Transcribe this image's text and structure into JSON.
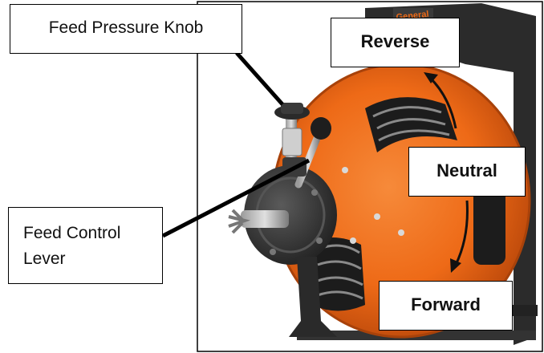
{
  "labels": {
    "feed_pressure_knob": "Feed Pressure Knob",
    "feed_control_lever_line1": "Feed Control",
    "feed_control_lever_line2": "Lever",
    "reverse": "Reverse",
    "neutral": "Neutral",
    "forward": "Forward"
  },
  "brand_text": "General",
  "colors": {
    "drum_orange": "#ee6a17",
    "drum_orange_dark": "#c04e0a",
    "housing_black": "#2b2b2b",
    "metal_gray": "#8a8a8a",
    "leader_line": "#000000"
  }
}
